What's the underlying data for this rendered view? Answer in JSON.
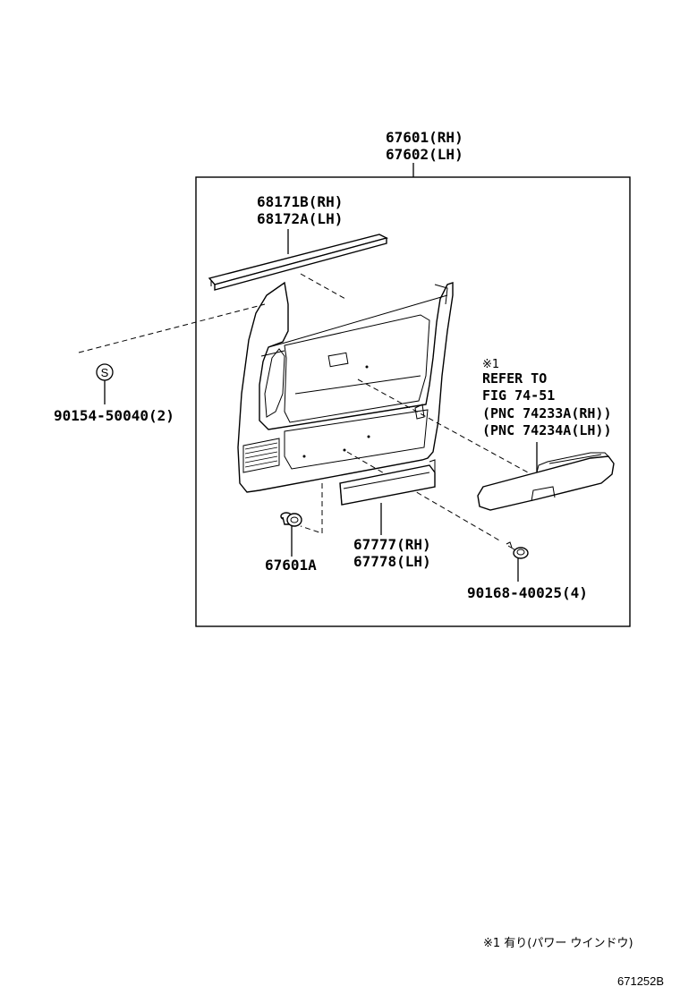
{
  "labels": {
    "panel_rh": "67601(RH)",
    "panel_lh": "67602(LH)",
    "weatherstrip_rh": "68171B(RH)",
    "weatherstrip_lh": "68172A(LH)",
    "screw_s": "90154-50040(2)",
    "s_symbol": "S",
    "clip": "67601A",
    "pocket_rh": "67777(RH)",
    "pocket_lh": "67778(LH)",
    "screw_small": "90168-40025(4)"
  },
  "note": {
    "mark": "※1",
    "line1": "REFER TO",
    "line2": "FIG 74-51",
    "line3": "(PNC 74233A(RH))",
    "line4": "(PNC 74234A(LH))"
  },
  "footnote": "※1 有り(パワー ウインドウ)",
  "figure_code": "671252B"
}
